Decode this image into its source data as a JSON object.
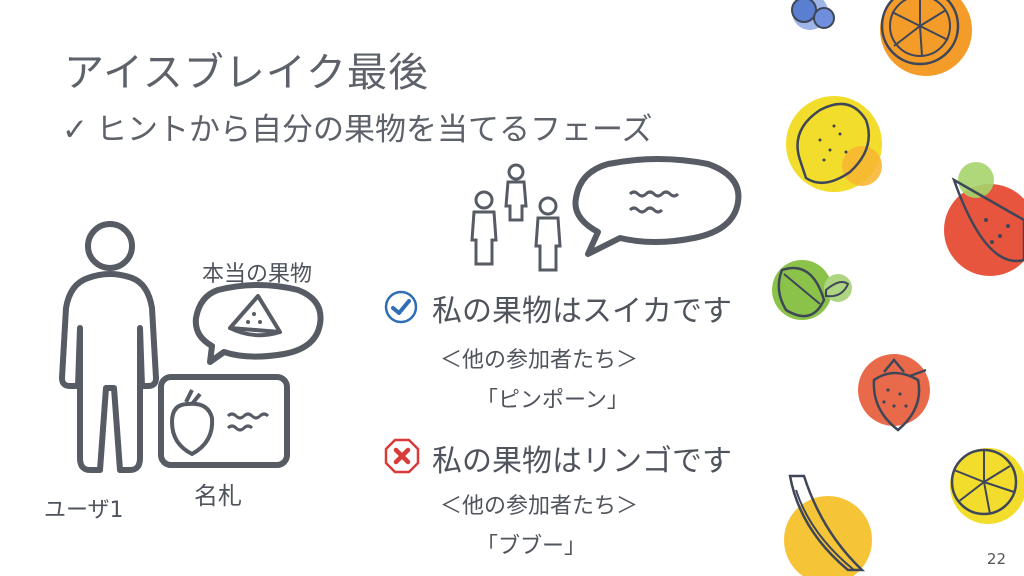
{
  "slide": {
    "title": "アイスブレイク最後",
    "subtitle_check": "✓",
    "subtitle": "ヒントから自分の果物を当てるフェーズ",
    "true_fruit_label": "本当の果物",
    "nametag_label": "名札",
    "user_label": "ユーザ1",
    "correct": {
      "statement": "私の果物はスイカです",
      "others": "＜他の参加者たち＞",
      "reply": "「ピンポーン」"
    },
    "wrong": {
      "statement": "私の果物はリンゴです",
      "others": "＜他の参加者たち＞",
      "reply": "「ブブー」"
    },
    "page_number": "22"
  },
  "colors": {
    "check_blue": "#2f6db5",
    "cross_red": "#d93a3a",
    "orange": "#f39c2a",
    "lemon": "#f2dd2c",
    "watermelon": "#e8553f",
    "leaf": "#8bc34a",
    "strawberry": "#e86a4a",
    "banana": "#f6c437",
    "blueberry": "#5b7fd0"
  }
}
